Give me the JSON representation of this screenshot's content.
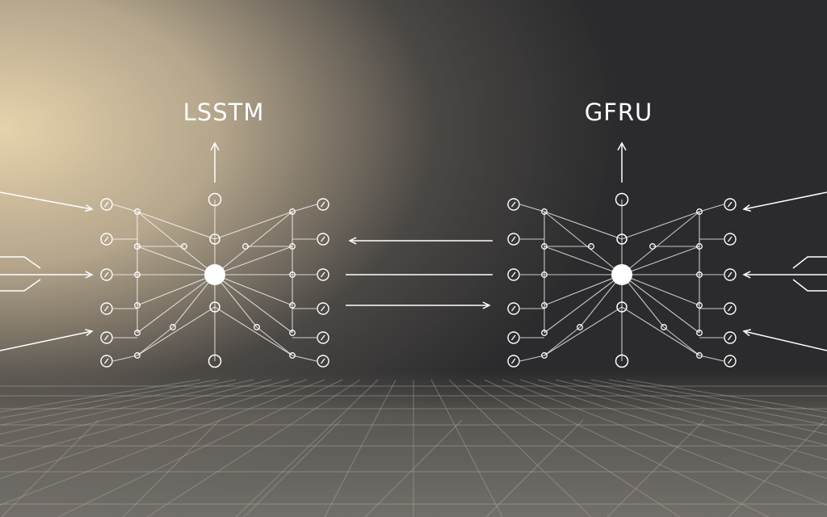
{
  "left_network": {
    "title": "LSSTM"
  },
  "right_network": {
    "title": "GFRU"
  },
  "colors": {
    "background_warm": "#d8c4a0",
    "background_dark": "#2c2c2e",
    "line": "#ffffff",
    "grid": "#9a9a9a"
  },
  "icons": [
    "network-node",
    "hub-node",
    "arrow"
  ]
}
